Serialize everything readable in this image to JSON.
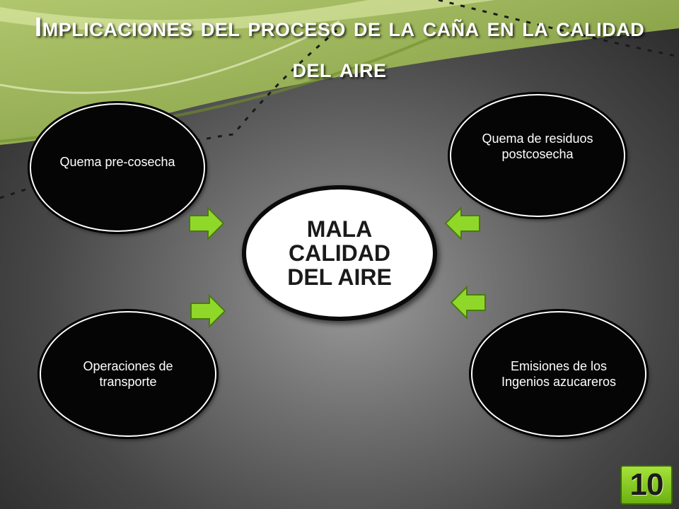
{
  "title": "Implicaciones del proceso de la caña en la calidad del aire",
  "center": {
    "text": "MALA CALIDAD DEL AIRE"
  },
  "causes": [
    {
      "text": "Quema pre-cosecha"
    },
    {
      "text": "Quema de residuos postcosecha"
    },
    {
      "text": "Operaciones de transporte"
    },
    {
      "text": "Emisiones de los Ingenios azucareros"
    }
  ],
  "slide_number": "10",
  "colors": {
    "arrow": "#8fd82a",
    "badge": "#8ccf25",
    "bubble": "#050505"
  }
}
